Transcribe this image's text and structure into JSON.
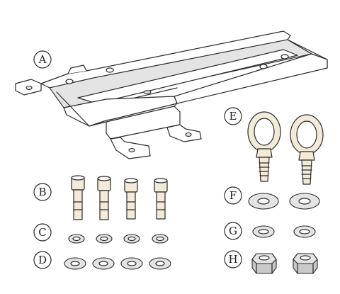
{
  "labels": {
    "a": "A",
    "b": "B",
    "c": "C",
    "d": "D",
    "e": "E",
    "f": "F",
    "g": "G",
    "h": "H"
  },
  "colors": {
    "line": "#2a2a2a",
    "bolt_body": "#f3ead8",
    "metal_light": "#e4e4e4",
    "metal_dark": "#c9c9c9"
  }
}
